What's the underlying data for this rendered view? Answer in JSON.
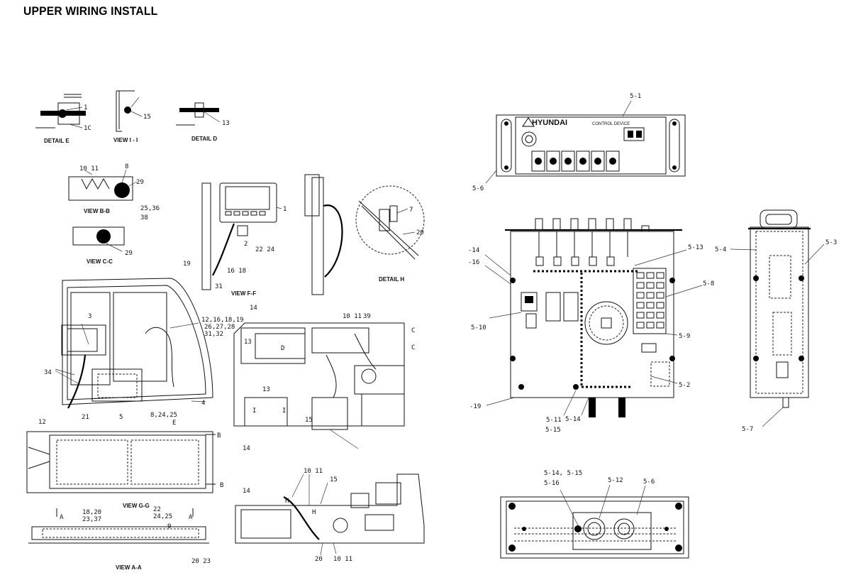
{
  "page": {
    "title": "UPPER WIRING INSTALL"
  },
  "views": {
    "detail_e": "DETAIL  E",
    "view_i_i": "VIEW I - I",
    "detail_d": "DETAIL  D",
    "view_b_b": "VIEW B-B",
    "view_c_c": "VIEW C-C",
    "view_f_f": "VIEW F-F",
    "detail_h": "DETAIL  H",
    "view_g_g": "VIEW G-G",
    "view_a_a": "VIEW A-A"
  },
  "callouts": {
    "detail_e": [
      "1",
      "1C"
    ],
    "view_i_i": [
      "15"
    ],
    "detail_d": [
      "13"
    ],
    "view_b_b": [
      "10 11",
      "8",
      "29",
      "25,36",
      "38"
    ],
    "view_c_c": [
      "29"
    ],
    "view_f_f": [
      "1",
      "2",
      "22 24",
      "16 18",
      "19",
      "31"
    ],
    "detail_h": [
      "7",
      "20"
    ],
    "cab": [
      "3",
      "12,16,18,19",
      "26,27,28",
      "31,32",
      "34",
      "12",
      "21",
      "5",
      "4",
      "8,24,25",
      "E"
    ],
    "upper_frame": [
      "14",
      "13",
      "D",
      "10 11",
      "39",
      "C",
      "C",
      "13",
      "I",
      "I",
      "15",
      "14"
    ],
    "view_g_g": [
      "B",
      "B"
    ],
    "view_a_a": [
      "A",
      "A",
      "18,20",
      "23,37",
      "22",
      "24,25",
      "9",
      "20 23"
    ],
    "side_view": [
      "14",
      "10 11",
      "15",
      "H",
      "H",
      "20",
      "10 11"
    ],
    "control_device": [
      "5-1",
      "5-6"
    ],
    "control_box": [
      "-14",
      "-16",
      "5-13",
      "5-8",
      "5-10",
      "5-9",
      "5-2",
      "-19",
      "5-11",
      "5-14",
      "5-15"
    ],
    "side_box": [
      "5-4",
      "5-3",
      "5-7"
    ],
    "bottom_box": [
      "5-14, 5-15",
      "5-16",
      "5-12",
      "5-6"
    ]
  },
  "control_device": {
    "brand": "HYUNDAI",
    "label": "CONTROL DEVICE"
  }
}
